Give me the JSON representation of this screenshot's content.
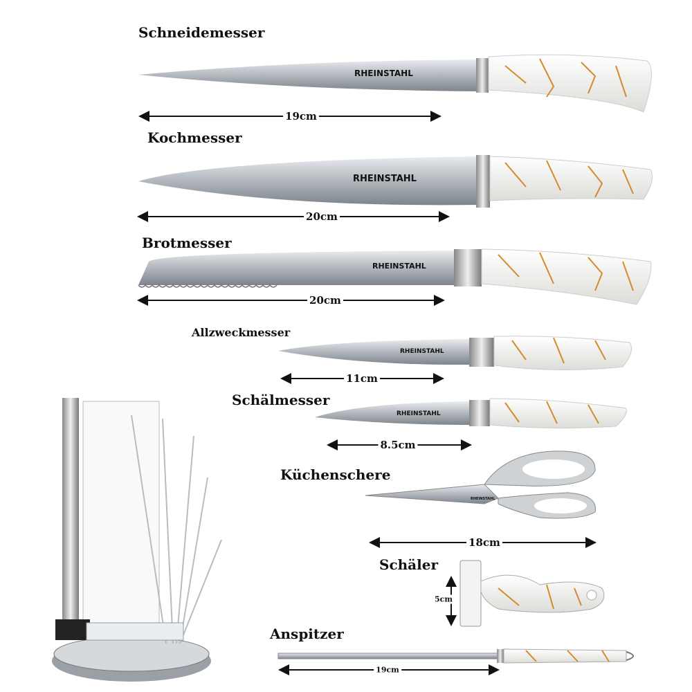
{
  "brand": "RHEINSTAHL",
  "colors": {
    "blade": "#b9bec4",
    "handle": "#f4f4f2",
    "vein": "#d48a2c",
    "text": "#111111"
  },
  "items": [
    {
      "name": "Schneidemesser",
      "length": "19cm"
    },
    {
      "name": "Kochmesser",
      "length": "20cm"
    },
    {
      "name": "Brotmesser",
      "length": "20cm"
    },
    {
      "name": "Allzweckmesser",
      "length": "11cm"
    },
    {
      "name": "Schälmesser",
      "length": "8.5cm"
    },
    {
      "name": "Küchenschere",
      "length": "18cm"
    },
    {
      "name": "Schäler",
      "length": "5cm"
    },
    {
      "name": "Anspitzer",
      "length": "19cm"
    }
  ]
}
